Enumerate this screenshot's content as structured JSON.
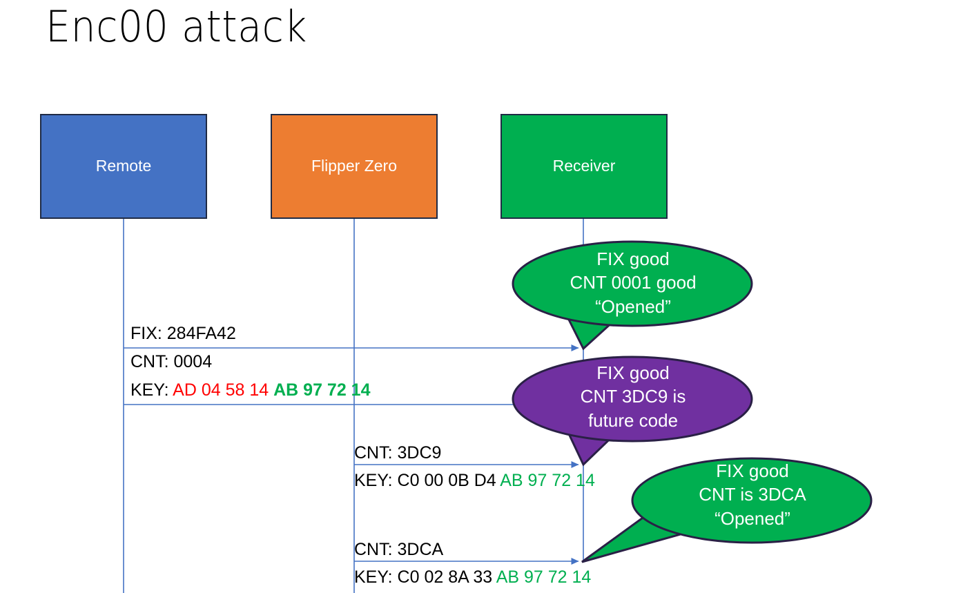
{
  "slide": {
    "title": "Enc00 attack"
  },
  "colors": {
    "remote_blue": "#4472C4",
    "flipper_orange": "#ED7D31",
    "receiver_green": "#00AF50",
    "bubble_green": "#00AF50",
    "bubble_purple": "#7030A0",
    "outline_navy": "#1F2A44",
    "lifeline_blue": "#4472C4",
    "hex_red": "#FF0000",
    "hex_green": "#00AF50"
  },
  "actors": [
    {
      "id": "remote",
      "label": "Remote"
    },
    {
      "id": "flipper",
      "label": "Flipper Zero"
    },
    {
      "id": "receiver",
      "label": "Receiver"
    }
  ],
  "messages": [
    {
      "id": "msg1-fix",
      "from": "remote",
      "to": "receiver",
      "label": "FIX: 284FA42"
    },
    {
      "id": "msg2-cnt",
      "from": "remote",
      "to": "receiver",
      "label": "CNT: 0004"
    },
    {
      "id": "msg2-key",
      "prefix": "KEY: ",
      "red_part": "AD 04 58 14 ",
      "green_part": "AB 97 72 14"
    },
    {
      "id": "msg3-cnt",
      "from": "flipper",
      "to": "receiver",
      "label": "CNT: 3DC9"
    },
    {
      "id": "msg3-key",
      "prefix": "KEY: C0 00 0B D4 ",
      "green_part": "AB 97 72 14"
    },
    {
      "id": "msg4-cnt",
      "from": "flipper",
      "to": "receiver",
      "label": "CNT: 3DCA"
    },
    {
      "id": "msg4-key",
      "prefix": "KEY: C0 02 8A 33 ",
      "green_part": "AB 97 72 14"
    }
  ],
  "bubbles": [
    {
      "id": "bubble-1",
      "color": "green",
      "line1": "FIX good",
      "line2": "CNT 0001 good",
      "line3": "“Opened”"
    },
    {
      "id": "bubble-2",
      "color": "purple",
      "line1": "FIX good",
      "line2": "CNT 3DC9 is",
      "line3": "future code"
    },
    {
      "id": "bubble-3",
      "color": "green",
      "line1": "FIX good",
      "line2": "CNT is 3DCA",
      "line3": "“Opened”"
    }
  ]
}
